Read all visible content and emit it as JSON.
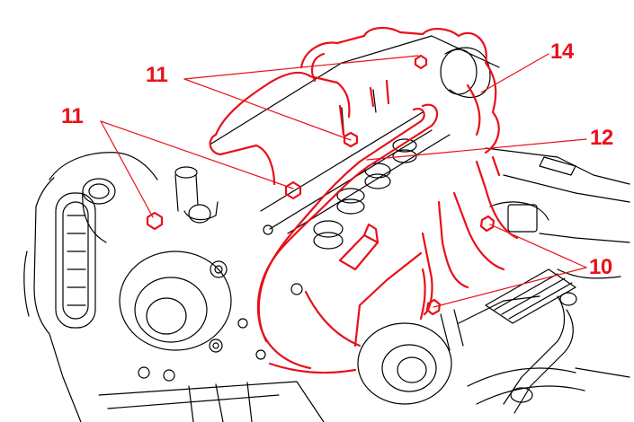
{
  "diagram": {
    "line_color": "#000000",
    "highlight_color": "#e8101a",
    "callouts": [
      {
        "id": "callout-11-upper",
        "label": "11"
      },
      {
        "id": "callout-11-left",
        "label": "11"
      },
      {
        "id": "callout-12",
        "label": "12"
      },
      {
        "id": "callout-14",
        "label": "14"
      },
      {
        "id": "callout-10",
        "label": "10"
      }
    ]
  }
}
